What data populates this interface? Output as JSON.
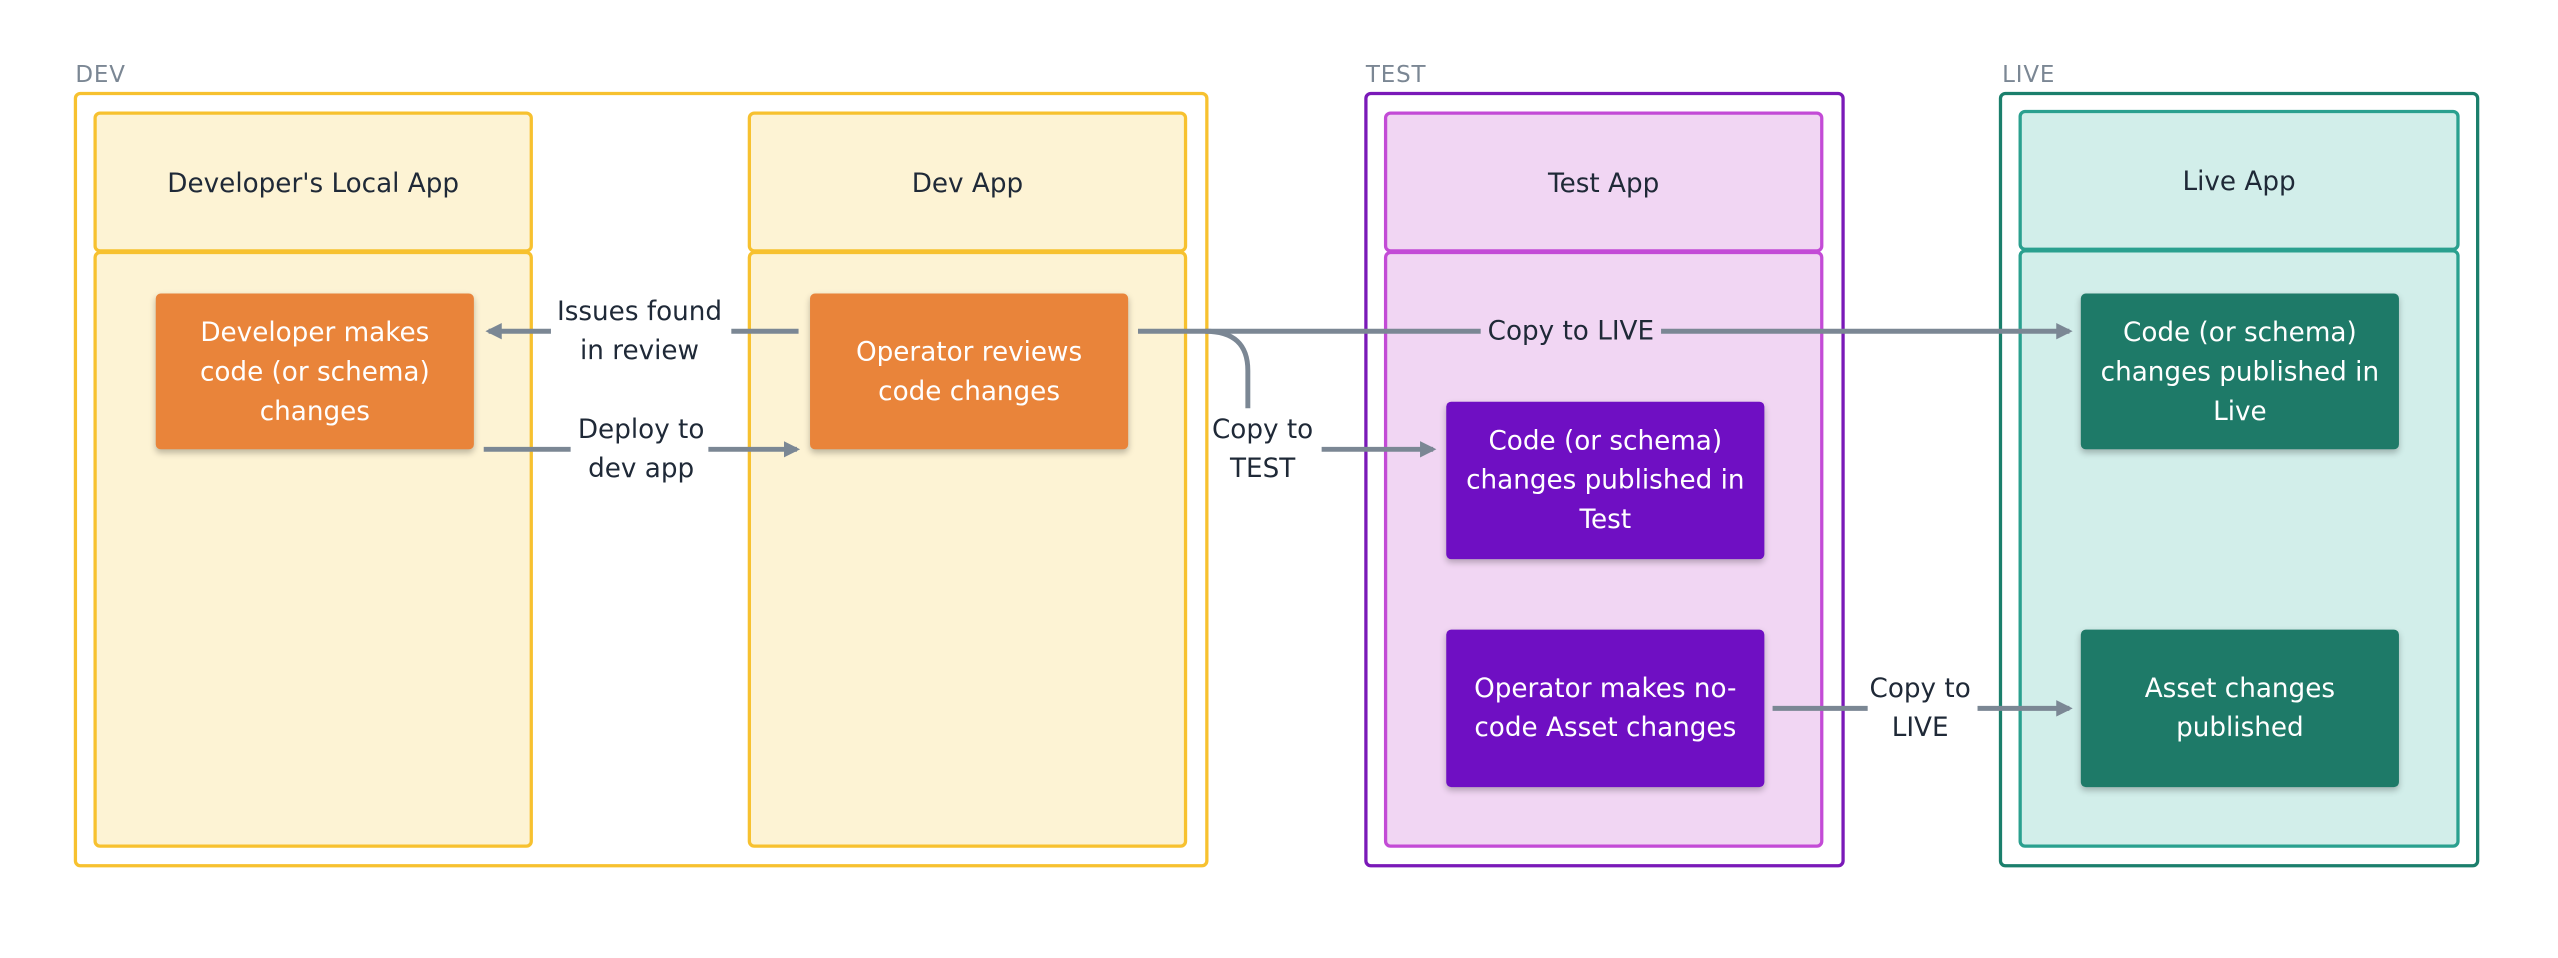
{
  "environments": {
    "dev": {
      "label": "DEV",
      "color": "#f7c12f"
    },
    "test": {
      "label": "TEST",
      "color": "#7a19b8"
    },
    "live": {
      "label": "LIVE",
      "color": "#1b7f6c"
    }
  },
  "apps": {
    "local": {
      "title": "Developer's Local App"
    },
    "dev": {
      "title": "Dev App"
    },
    "test": {
      "title": "Test App"
    },
    "live": {
      "title": "Live App"
    }
  },
  "nodes": {
    "developer_changes": "Developer makes\ncode (or schema)\nchanges",
    "operator_reviews": "Operator reviews\ncode changes",
    "code_published_test": "Code (or schema)\nchanges published in\nTest",
    "operator_asset_changes": "Operator makes no-\ncode Asset changes",
    "code_published_live": "Code (or schema)\nchanges published in\nLive",
    "asset_published": "Asset changes\npublished"
  },
  "edges": {
    "issues_found": "Issues found\nin review",
    "deploy_dev": "Deploy to\ndev app",
    "copy_test": "Copy to\nTEST",
    "copy_live_code": "Copy to LIVE",
    "copy_live_asset": "Copy to\nLIVE"
  },
  "colors": {
    "dev_fill": "#fdf3d4",
    "dev_box": "#e9843a",
    "test_fill": "#f1d6f3",
    "test_border": "#c34bd6",
    "test_box": "#6f0fc3",
    "live_fill": "#d2eeea",
    "live_border": "#2aa08f",
    "live_box": "#1e7a68",
    "arrow": "#7b8794"
  }
}
